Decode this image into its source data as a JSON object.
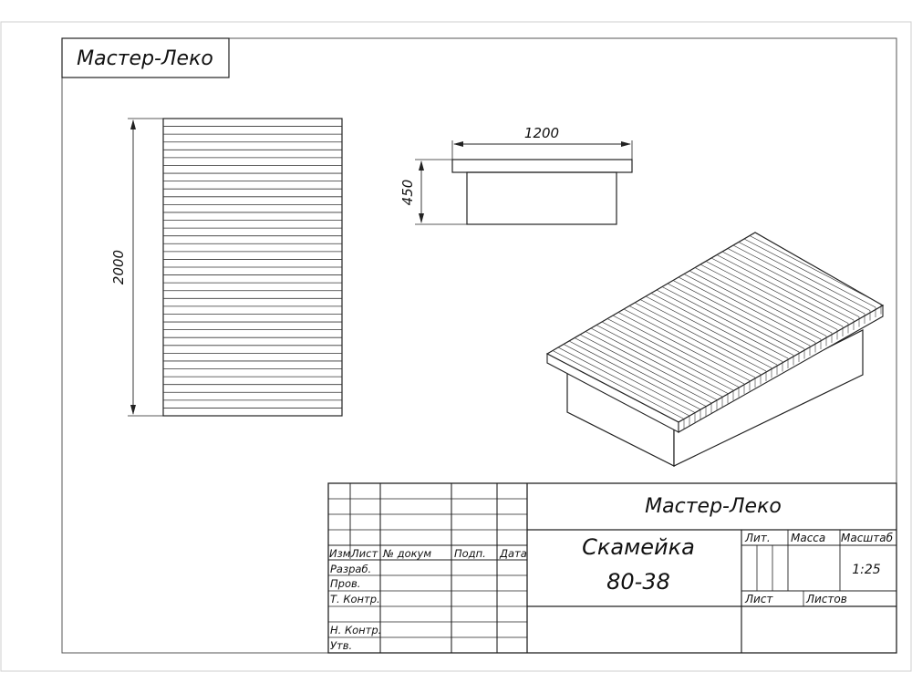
{
  "logo_box": {
    "text": "Мастер-Леко"
  },
  "dimensions": {
    "top_view_height": "2000",
    "front_view_width": "1200",
    "front_view_height": "450"
  },
  "title_block": {
    "company": "Мастер-Леко",
    "product_name": "Скамейка",
    "product_code": "80-38",
    "headers": {
      "izm": "Изм",
      "list": "Лист",
      "doc_no": "№ докум",
      "sign": "Подп.",
      "date": "Дата"
    },
    "roles": {
      "razrab": "Разраб.",
      "prov": "Пров.",
      "t_kontr": "Т. Контр.",
      "n_kontr": "Н. Контр.",
      "utv": "Утв."
    },
    "lit_label": "Лит.",
    "mass_label": "Масса",
    "scale_label": "Масштаб",
    "scale_value": "1:25",
    "sheet_label": "Лист",
    "sheets_label": "Листов"
  }
}
